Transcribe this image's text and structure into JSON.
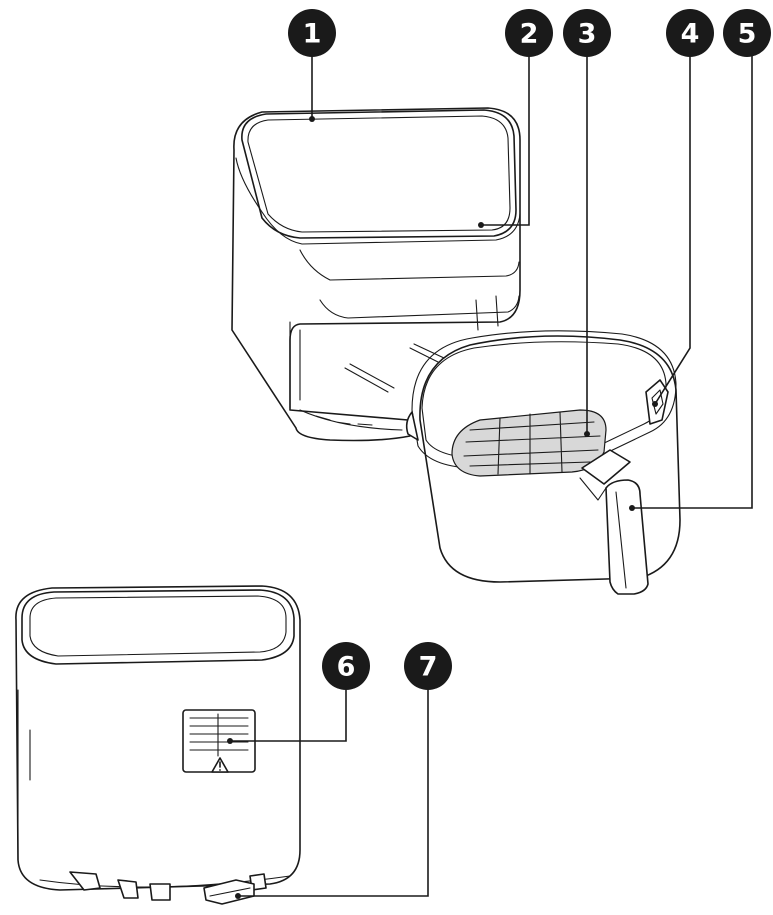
{
  "callouts": [
    {
      "number": "1",
      "color": "#1a1a1a"
    },
    {
      "number": "2",
      "color": "#1a1a1a"
    },
    {
      "number": "3",
      "color": "#1a1a1a"
    },
    {
      "number": "4",
      "color": "#1a1a1a"
    },
    {
      "number": "5",
      "color": "#1a1a1a"
    },
    {
      "number": "6",
      "color": "#1a1a1a"
    },
    {
      "number": "7",
      "color": "#1a1a1a"
    }
  ],
  "icons": {
    "warning": "warning-triangle-icon"
  }
}
